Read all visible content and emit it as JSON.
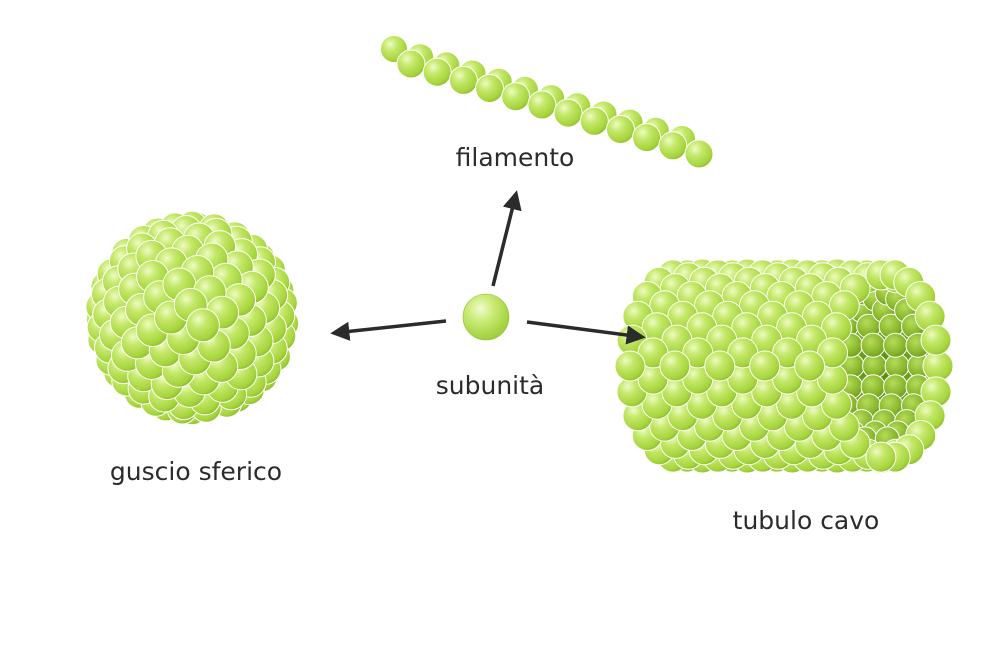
{
  "labels": {
    "center": "subunità",
    "top": "filamento",
    "left": "guscio sferico",
    "right": "tubulo cavo"
  },
  "colors": {
    "bead_highlight": "#eefbc2",
    "bead_mid": "#c4e86a",
    "bead_base": "#a6d43c",
    "bead_shadow": "#7fae22",
    "tube_interior": "#6f9e1a",
    "arrow": "#2b2b2b",
    "text": "#2b2b2b"
  }
}
